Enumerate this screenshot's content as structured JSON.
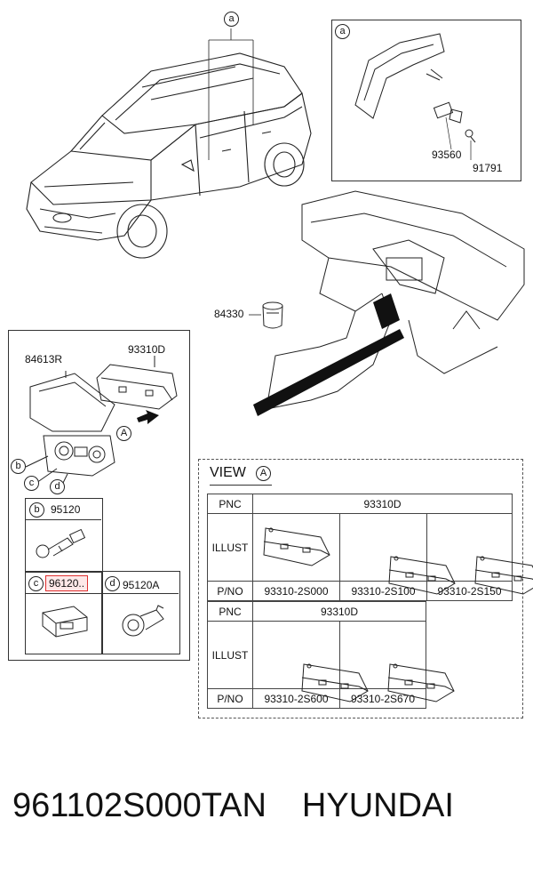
{
  "callouts": {
    "a": "a",
    "b": "b",
    "c": "c",
    "d": "d",
    "A": "A"
  },
  "parts": {
    "p93560": "93560",
    "p91791": "91791",
    "p84330": "84330",
    "p84613R": "84613R",
    "p93310D": "93310D",
    "p95120": "95120",
    "p96120": "96120..",
    "p95120A": "95120A"
  },
  "view": {
    "title": "VIEW",
    "marker": "A",
    "row_label_pnc": "PNC",
    "row_label_illust": "ILLUST",
    "row_label_pno": "P/NO",
    "group1_pnc": "93310D",
    "group1_pno": [
      "93310-2S000",
      "93310-2S100",
      "93310-2S150"
    ],
    "group2_pnc": "93310D",
    "group2_pno": [
      "93310-2S600",
      "93310-2S670"
    ]
  },
  "footer": {
    "part_number": "961102S000TAN",
    "brand": "HYUNDAI"
  }
}
